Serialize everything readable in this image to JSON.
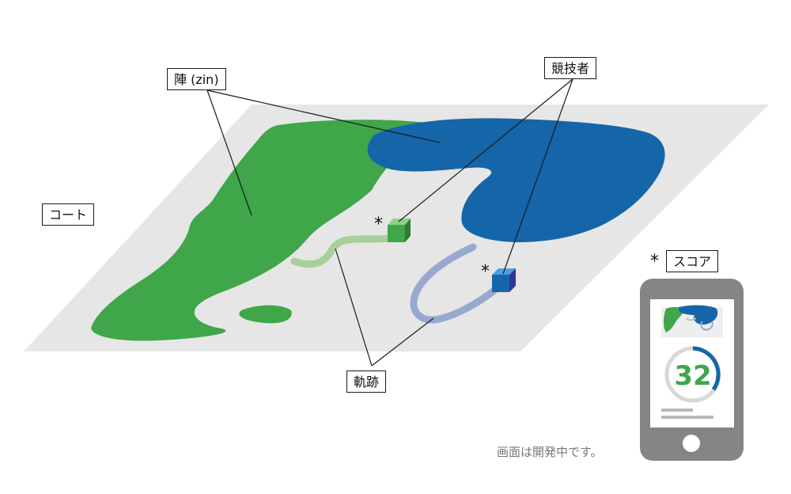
{
  "labels": {
    "court": "コート",
    "territory": "陣 (zin)",
    "competitors": "競技者",
    "track": "軌跡",
    "score": "スコア",
    "asterisk": "*"
  },
  "phone": {
    "score_value": "32",
    "caption": "画面は開発中です。"
  },
  "colors": {
    "green": "#3fa64a",
    "blue": "#1566a8",
    "court": "#e6e6e6",
    "green_track": "#a8cf9a",
    "blue_track": "#97a9d0",
    "phone_body": "#858585"
  }
}
